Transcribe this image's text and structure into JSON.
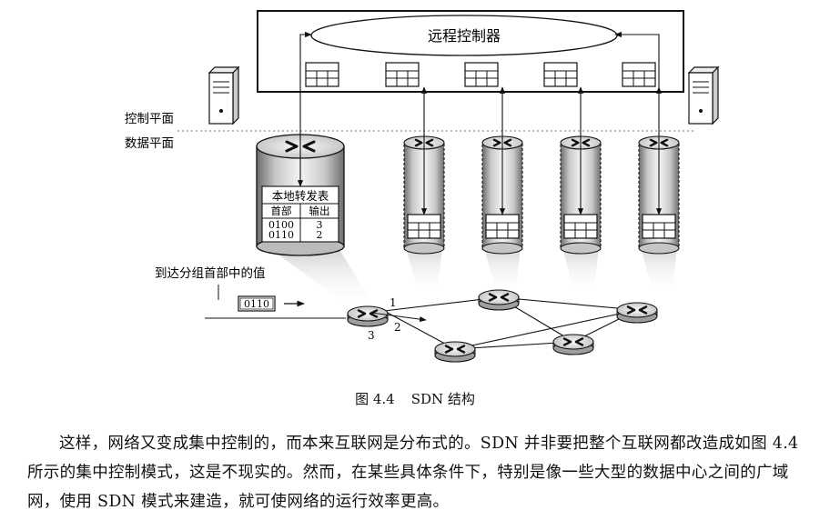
{
  "figure": {
    "controller_label": "远程控制器",
    "control_plane_label": "控制平面",
    "data_plane_label": "数据平面",
    "forwarding_table": {
      "title": "本地转发表",
      "headers": [
        "首部",
        "输出"
      ],
      "rows": [
        [
          "0100",
          "3"
        ],
        [
          "0110",
          "2"
        ]
      ]
    },
    "packet_header_label": "到达分组首部中的值",
    "packet_value": "0110",
    "port_labels": [
      "1",
      "2",
      "3"
    ]
  },
  "caption": {
    "number": "图 4.4",
    "title": "SDN 结构"
  },
  "body_text": "这样，网络又变成集中控制的，而本来互联网是分布式的。SDN 并非要把整个互联网都改造成如图 4.4 所示的集中控制模式，这是不现实的。然而，在某些具体条件下，特别是像一些大型的数据中心之间的广域网，使用 SDN 模式来建造，就可使网络的运行效率更高。"
}
